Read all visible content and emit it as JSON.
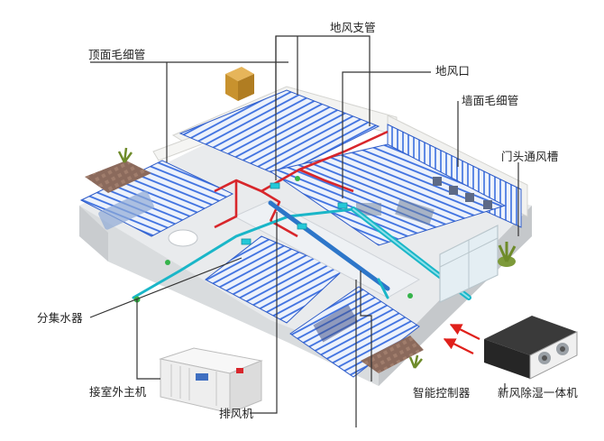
{
  "labels": {
    "floor_branch_pipe": "地风支管",
    "ceiling_capillary": "顶面毛细管",
    "floor_air_outlet": "地风口",
    "wall_capillary": "墙面毛细管",
    "door_head_vent_slot": "门头通风槽",
    "water_collector": "分集水器",
    "outdoor_host_connection": "接室外主机",
    "exhaust_fan": "排风机",
    "smart_controller": "智能控制器",
    "fresh_air_dehumidifier": "新风除湿一体机"
  },
  "colors": {
    "capillary": "#3b6fe0",
    "supply_pipe": "#d8262b",
    "duct": "#1ab6c8",
    "floor": "#e6e8ea",
    "wall": "#f6f6f4",
    "leader": "#333333",
    "arrow": "#e0201b"
  },
  "icons": {
    "outdoor_unit": "outdoor-heat-pump-unit",
    "fresh_air_unit": "fresh-air-dehumidifier-unit",
    "plant": "potted-plant"
  }
}
